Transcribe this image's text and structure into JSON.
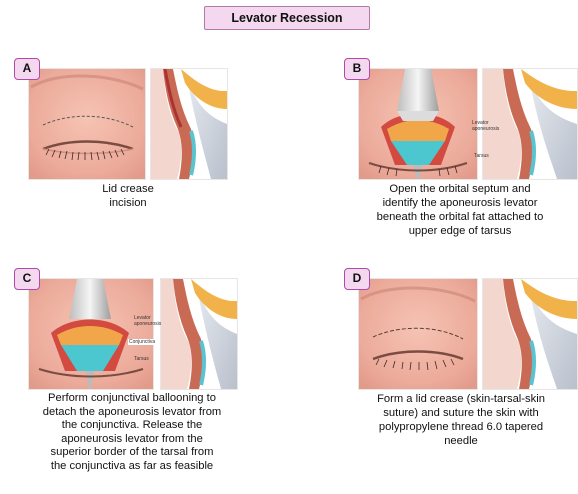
{
  "title": "Levator Recession",
  "panels": [
    {
      "letter": "A",
      "caption": [
        "Lid crease",
        "incision"
      ],
      "labels": []
    },
    {
      "letter": "B",
      "caption": [
        "Open the orbital septum and",
        "identify the aponeurosis levator",
        "beneath the orbital fat attached to",
        "upper edge of tarsus"
      ],
      "labels": [
        "Levator",
        "aponeurosis",
        "Tarsus"
      ]
    },
    {
      "letter": "C",
      "caption": [
        "Perform conjunctival ballooning to",
        "detach the aponeurosis levator from",
        "the conjunctiva. Release the",
        "aponeurosis levator from the",
        "superior border of the tarsal from",
        "the conjunctiva as far as feasible"
      ],
      "labels": [
        "Levator",
        "aponeurosis",
        "Conjunctiva",
        "Tarsus"
      ]
    },
    {
      "letter": "D",
      "caption": [
        "Form a lid crease (skin-tarsal-skin",
        "suture) and suture the skin with",
        "polypropylene thread 6.0 tapered",
        "needle"
      ],
      "labels": []
    }
  ]
}
